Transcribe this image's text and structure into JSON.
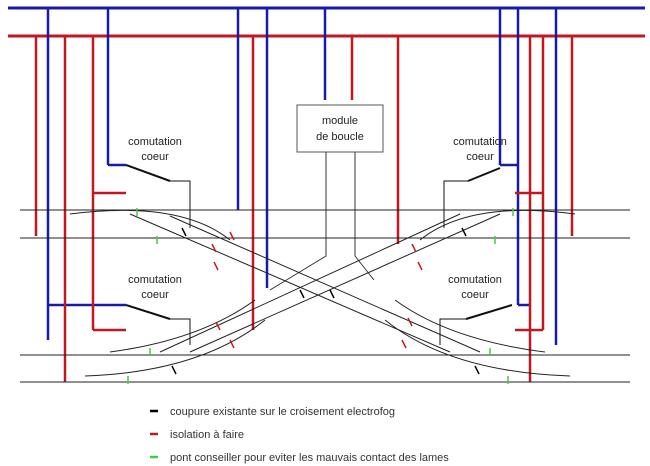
{
  "labels": {
    "module_line1": "module",
    "module_line2": "de boucle",
    "comutation": "comutation",
    "coeur": "coeur"
  },
  "legend": [
    {
      "text": "coupure existante sur le croisement electrofog",
      "color": "#000000"
    },
    {
      "text": "isolation à faire",
      "color": "#cc0000"
    },
    {
      "text": "pont conseiller pour eviter les mauvais contact des lames",
      "color": "#33cc33"
    }
  ],
  "colors": {
    "blue": "#1a1aa8",
    "red": "#c0181e",
    "green": "#44cc44",
    "track": "#222222"
  }
}
